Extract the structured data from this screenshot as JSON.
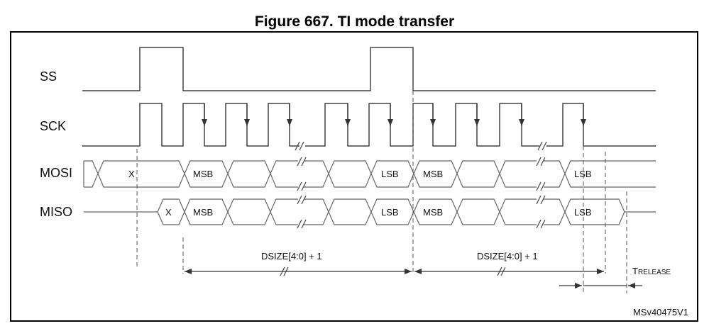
{
  "figure": {
    "title": "Figure 667. TI mode transfer",
    "reference": "MSv40475V1"
  },
  "signals": {
    "ss": "SS",
    "sck": "SCK",
    "mosi": "MOSI",
    "miso": "MISO"
  },
  "mosi_cells": {
    "x": "X",
    "msb1": "MSB",
    "lsb1": "LSB",
    "msb2": "MSB",
    "lsb2": "LSB"
  },
  "miso_cells": {
    "x": "X",
    "msb1": "MSB",
    "lsb1": "LSB",
    "msb2": "MSB",
    "lsb2": "LSB"
  },
  "dimensions": {
    "frame1": "DSIZE[4:0] + 1",
    "frame2": "DSIZE[4:0] + 1",
    "release_prefix": "T",
    "release_suffix": "RELEASE"
  }
}
